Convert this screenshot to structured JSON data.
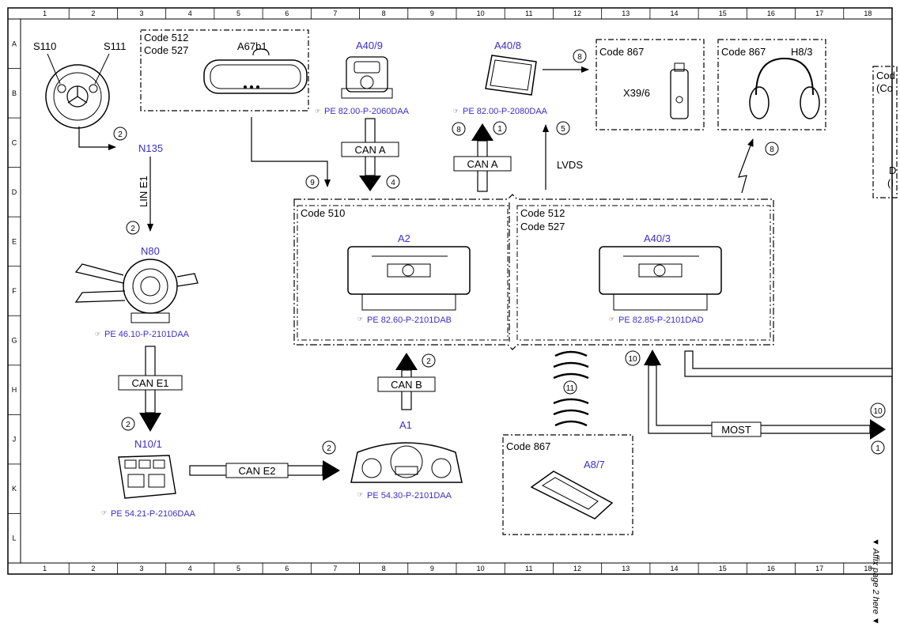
{
  "grid": {
    "columns": [
      "1",
      "2",
      "3",
      "4",
      "5",
      "6",
      "7",
      "8",
      "9",
      "10",
      "11",
      "12",
      "13",
      "14",
      "15",
      "16",
      "17",
      "18"
    ],
    "rows": [
      "A",
      "B",
      "C",
      "D",
      "E",
      "F",
      "G",
      "H",
      "J",
      "K",
      "L"
    ]
  },
  "components": {
    "s110": "S110",
    "s111": "S111",
    "a67b1": "A67b1",
    "a40_9": "A40/9",
    "a40_8": "A40/8",
    "x39_6": "X39/6",
    "h8_3": "H8/3",
    "n135": "N135",
    "n80": "N80",
    "a2": "A2",
    "a40_3": "A40/3",
    "n10_1": "N10/1",
    "a1": "A1",
    "a8_7": "A8/7"
  },
  "refs": {
    "a40_9": "PE 82.00-P-2060DAA",
    "a40_8": "PE 82.00-P-2080DAA",
    "n80": "PE 46.10-P-2101DAA",
    "a2": "PE 82.60-P-2101DAB",
    "a40_3": "PE 82.85-P-2101DAD",
    "n10_1": "PE 54.21-P-2106DAA",
    "a1": "PE 54.30-P-2101DAA"
  },
  "codes": {
    "c512": "Code 512",
    "c527": "Code 527",
    "c510": "Code 510",
    "c867": "Code 867",
    "partial1": "Cod",
    "partial2": "(Co",
    "partial3": "D",
    "partial4": "(I"
  },
  "buses": {
    "can_a": "CAN A",
    "can_b": "CAN B",
    "can_e1": "CAN E1",
    "can_e2": "CAN E2",
    "lin_e1": "LIN E1",
    "lvds": "LVDS",
    "most": "MOST"
  },
  "callouts": {
    "n1": "1",
    "n2": "2",
    "n4": "4",
    "n5": "5",
    "n8": "8",
    "n9": "9",
    "n10": "10",
    "n11": "11"
  },
  "side_note": "▼ Affix page 2 here ▼"
}
